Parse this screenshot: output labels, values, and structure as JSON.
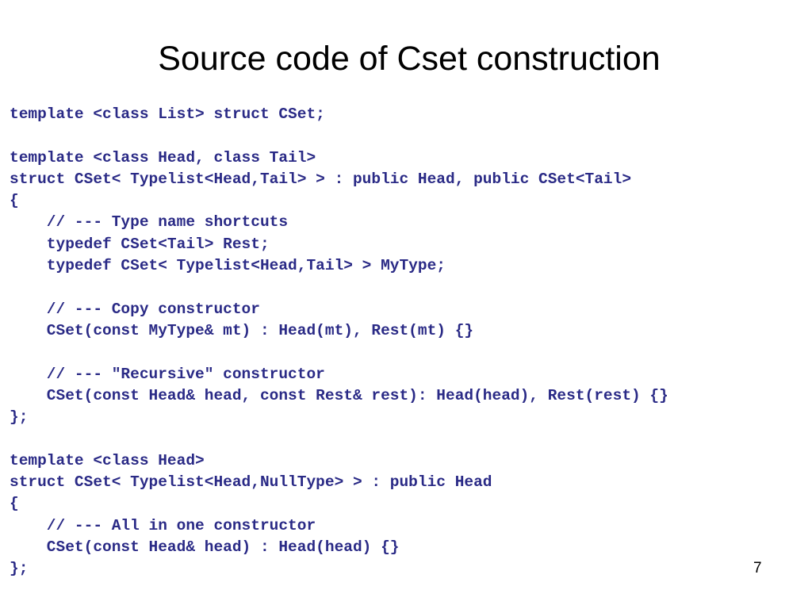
{
  "slide": {
    "title": "Source code of Cset construction",
    "page_number": "7",
    "code_lines": [
      "template <class List> struct CSet;",
      "",
      "template <class Head, class Tail>",
      "struct CSet< Typelist<Head,Tail> > : public Head, public CSet<Tail>",
      "{",
      "    // --- Type name shortcuts",
      "    typedef CSet<Tail> Rest;",
      "    typedef CSet< Typelist<Head,Tail> > MyType;",
      "",
      "    // --- Copy constructor",
      "    CSet(const MyType& mt) : Head(mt), Rest(mt) {}",
      "",
      "    // --- \"Recursive\" constructor",
      "    CSet(const Head& head, const Rest& rest): Head(head), Rest(rest) {}",
      "};",
      "",
      "template <class Head>",
      "struct CSet< Typelist<Head,NullType> > : public Head",
      "{",
      "    // --- All in one constructor",
      "    CSet(const Head& head) : Head(head) {}",
      "};"
    ]
  },
  "colors": {
    "title": "#000000",
    "code": "#2a2a86",
    "background": "#ffffff"
  }
}
